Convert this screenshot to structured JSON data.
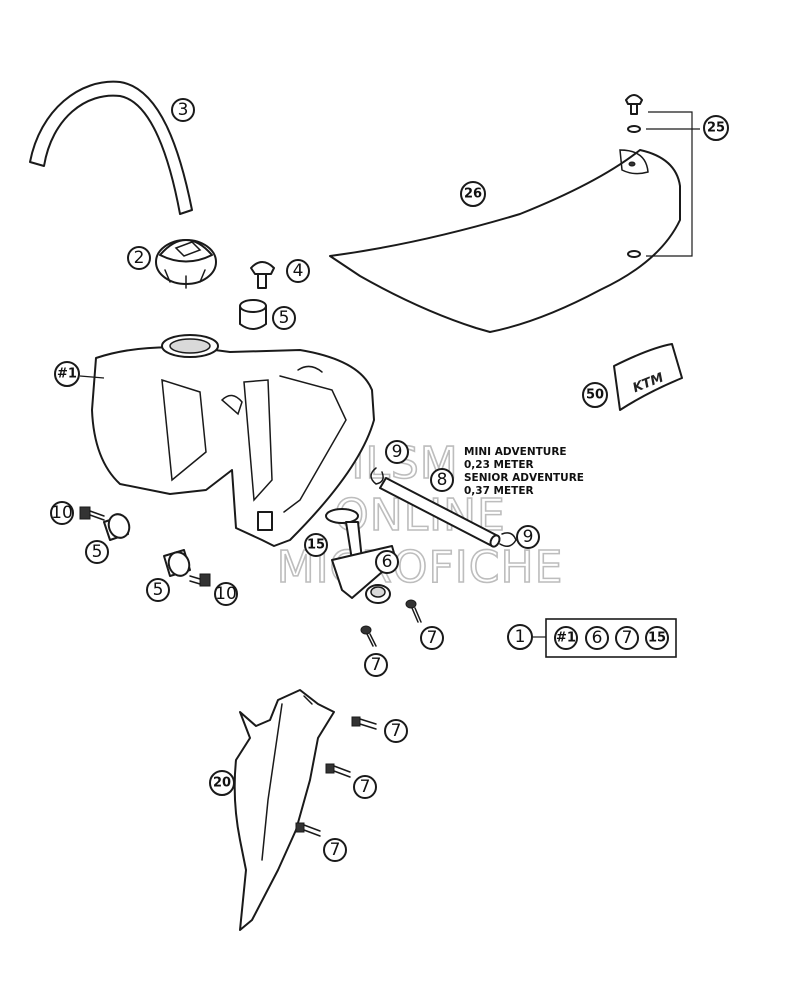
{
  "callouts": {
    "c3": "3",
    "c2": "2",
    "c4": "4",
    "c5a": "5",
    "c1tank": "#1",
    "c10a": "10",
    "c5b": "5",
    "c5c": "5",
    "c10b": "10",
    "c9a": "9",
    "c8": "8",
    "c9b": "9",
    "c15": "15",
    "c6": "6",
    "c7a": "7",
    "c7b": "7",
    "c7c": "7",
    "c7d": "7",
    "c7e": "7",
    "c20": "20",
    "c26": "26",
    "c25": "25",
    "c50": "50"
  },
  "assembly": {
    "lead": "1",
    "members": [
      "#1",
      "6",
      "7",
      "15"
    ]
  },
  "note": {
    "line1": "MINI ADVENTURE",
    "line2": "0,23 METER",
    "line3": "SENIOR ADVENTURE",
    "line4": "0,37 METER"
  },
  "watermark": {
    "line1": "HLSM",
    "line2": "ONLINE",
    "line3": "MICROFICHE"
  },
  "sticker": {
    "logo": "KTM"
  }
}
